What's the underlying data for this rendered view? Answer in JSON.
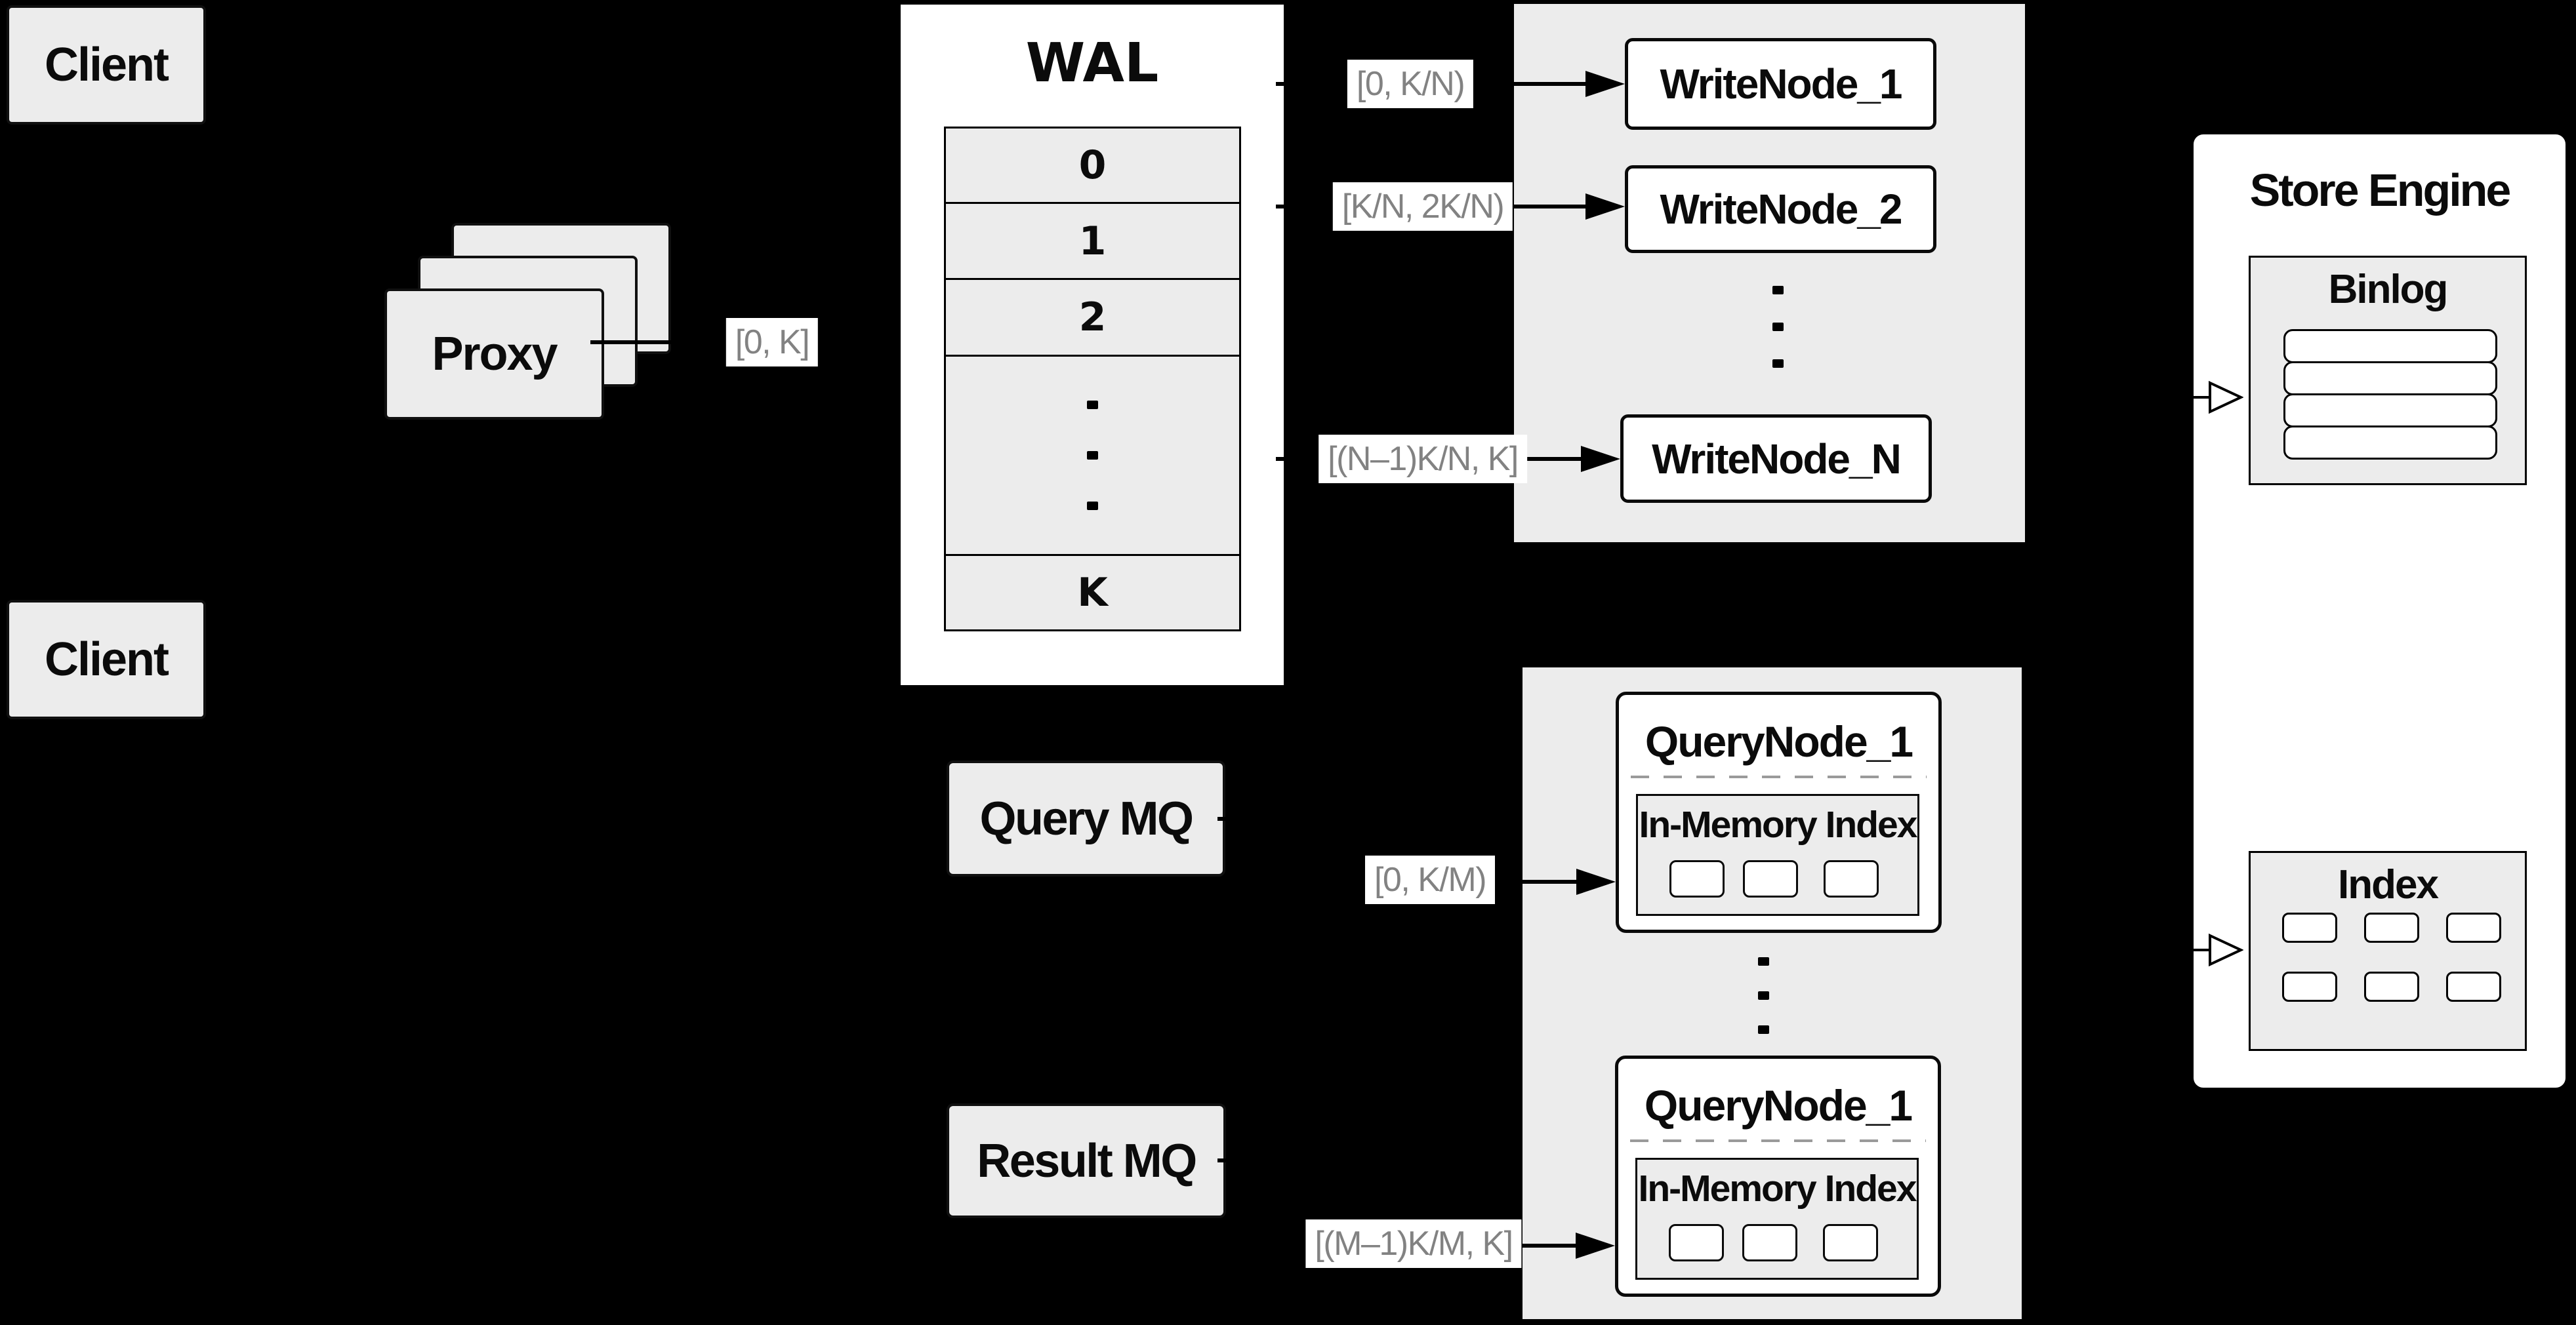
{
  "colors": {
    "background": "#000000",
    "box_fill": "#ececec",
    "panel_fill": "#ececec",
    "node_fill": "#ffffff",
    "border": "#0a0a0a",
    "range_label_text": "#828282",
    "dashed_separator": "#9a9a9a"
  },
  "nodes": {
    "client_top": "Client",
    "client_bottom": "Client",
    "proxy": "Proxy",
    "query_mq": "Query MQ",
    "result_mq": "Result MQ"
  },
  "wal": {
    "title": "WAL",
    "rows": [
      "0",
      "1",
      "2",
      "K"
    ]
  },
  "writes": {
    "nodes": [
      "WriteNode_1",
      "WriteNode_2",
      "WriteNode_N"
    ]
  },
  "queries": {
    "node1_title": "QueryNode_1",
    "node2_title": "QueryNode_1",
    "inmem_title": "In-Memory Index"
  },
  "store": {
    "title": "Store Engine",
    "binlog_title": "Binlog",
    "index_title": "Index"
  },
  "ranges": {
    "proxy_to_wal": "[0, K]",
    "wal_to_wn1": "[0, K/N)",
    "wal_to_wn2": "[K/N, 2K/N)",
    "wal_to_wnN": "[(N–1)K/N, K]",
    "to_qn1": "[0, K/M)",
    "to_qn2": "[(M–1)K/M, K]"
  }
}
